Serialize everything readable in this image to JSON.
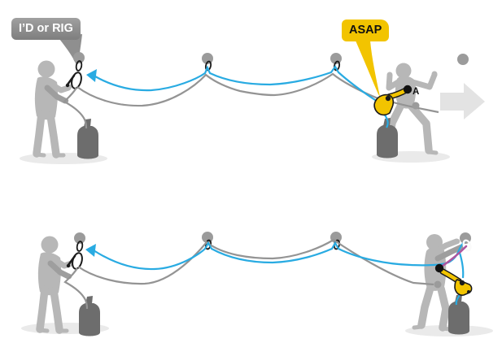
{
  "labels": {
    "descender_callout": "I’D or RIG",
    "asap_callout": "ASAP",
    "attachment_point": "A"
  },
  "colors": {
    "safety_rope_blue": "#29abe2",
    "work_rope_gray": "#949494",
    "asap_yellow": "#f2c400",
    "callout_gray": "#8f8f8f",
    "lanyard_purple": "#ad56a0",
    "silhouette_gray": "#b7b7b7",
    "silhouette_dark_gray": "#9e9e9e",
    "rope_bag_gray": "#6d6d6d",
    "anchor_gray": "#9b9b9b",
    "direction_arrow_gray": "#e3e3e3",
    "connector_black": "#111111"
  },
  "equipment": [
    {
      "icon": "descender-device-icon",
      "label": "I’D or RIG"
    },
    {
      "icon": "asap-fall-arrester-icon",
      "label": "ASAP"
    },
    {
      "icon": "sternal-attachment-icon",
      "label": "A"
    },
    {
      "icon": "anchor-point-icon",
      "label": ""
    },
    {
      "icon": "rope-bag-icon",
      "label": ""
    }
  ],
  "scenes": [
    {
      "id": "top",
      "description": "worker traverses lifeline with ASAP; belayer manages rope on descender; arrow shows travel direction"
    },
    {
      "id": "bottom",
      "description": "worker clips lifeline into next anchor point"
    }
  ]
}
